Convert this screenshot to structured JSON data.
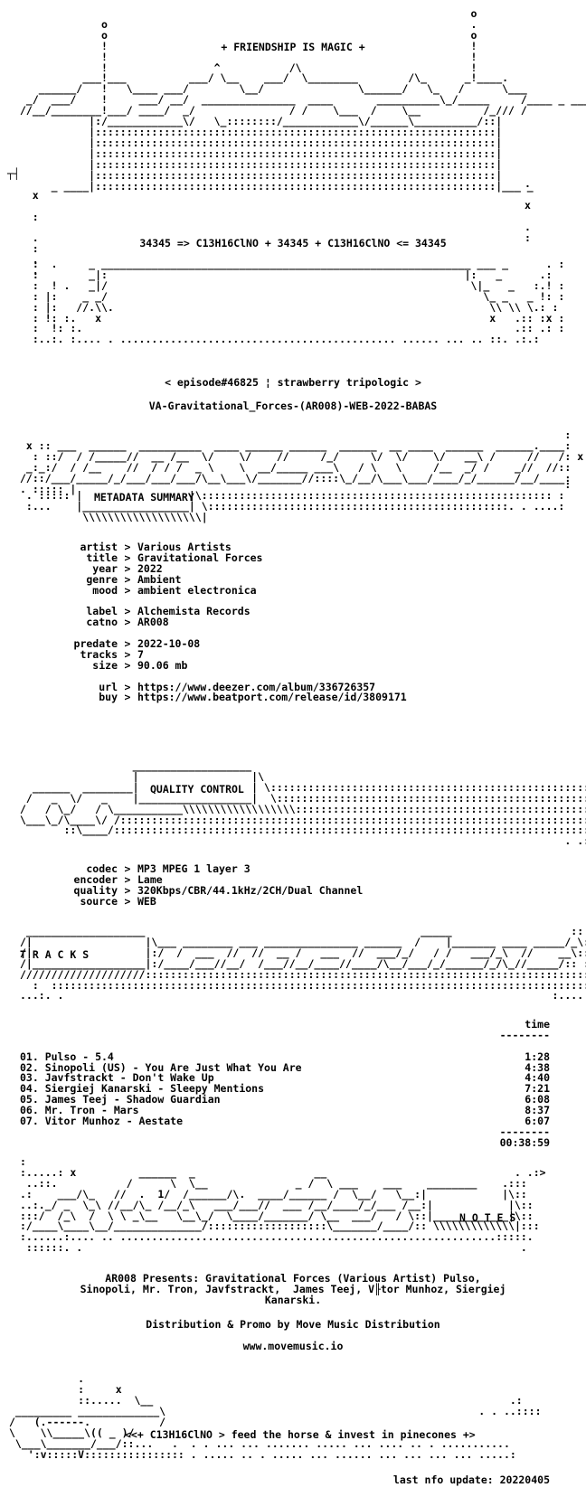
{
  "header": {
    "motto": "+ FRIENDSHIP IS MAGIC +",
    "formula": "34345 => C13H16ClNO + 34345 + C13H16ClNO <= 34345",
    "episode": "< episode#46825 ¦ strawberry tripologic >",
    "release_name": "VA-Gravitational_Forces-(AR008)-WEB-2022-BABAS"
  },
  "metadata": {
    "section_title": "METADATA SUMMARY",
    "artist_label": "artist",
    "artist": "Various Artists",
    "title_label": "title",
    "title": "Gravitational Forces",
    "year_label": "year",
    "year": "2022",
    "genre_label": "genre",
    "genre": "Ambient",
    "mood_label": "mood",
    "mood": "ambient electronica",
    "label_label": "label",
    "label": "Alchemista Records",
    "catno_label": "catno",
    "catno": "AR008",
    "predate_label": "predate",
    "predate": "2022-10-08",
    "tracks_label": "tracks",
    "tracks": "7",
    "size_label": "size",
    "size": "90.06 mb",
    "url_label": "url",
    "url": "https://www.deezer.com/album/336726357",
    "buy_label": "buy",
    "buy": "https://www.beatport.com/release/id/3809171"
  },
  "quality": {
    "section_title": "QUALITY CONTROL",
    "codec_label": "codec",
    "codec": "MP3 MPEG 1 layer 3",
    "encoder_label": "encoder",
    "encoder": "Lame",
    "quality_label": "quality",
    "quality": "320Kbps/CBR/44.1kHz/2CH/Dual Channel",
    "source_label": "source",
    "source": "WEB"
  },
  "tracklist": {
    "section_title": "T R A C K S",
    "time_header": "time",
    "items": [
      {
        "title": "01. Pulso - 5.4",
        "time": "1:28"
      },
      {
        "title": "02. Sinopoli (US) - You Are Just What You Are",
        "time": "4:38"
      },
      {
        "title": "03. Javfstrackt - Don't Wake Up",
        "time": "4:40"
      },
      {
        "title": "04. Siergiej Kanarski - Sleepy Mentions",
        "time": "7:21"
      },
      {
        "title": "05. James Teej - Shadow Guardian",
        "time": "6:08"
      },
      {
        "title": "06. Mr. Tron - Mars",
        "time": "8:37"
      },
      {
        "title": "07. Vitor Munhoz - Aestate",
        "time": "6:07"
      }
    ],
    "total": "00:38:59"
  },
  "notes": {
    "section_title": "N O T E S",
    "line1": "AR008 Presents: Gravitational Forces (Various Artist) Pulso,",
    "line2": "Sinopoli, Mr. Tron, Javfstrackt,  James Teej, V╟tor Munhoz, Siergiej",
    "line3": "Kanarski.",
    "distribution": "Distribution & Promo by Move Music Distribution",
    "site": "www.movemusic.io"
  },
  "footer": {
    "tagline": "<<+ C13H16ClNO > feed the horse & invest in pinecones +>",
    "last_update": "last nfo update: 20220405"
  },
  "colors": {
    "background": "#ffffff",
    "text": "#000000"
  }
}
